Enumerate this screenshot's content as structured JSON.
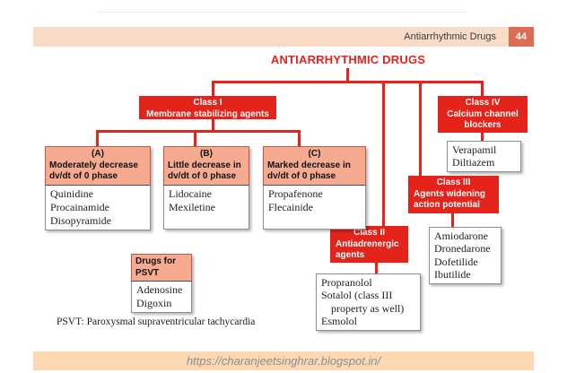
{
  "header": {
    "title": "Antiarrhythmic Drugs",
    "page_number": "44"
  },
  "title": "ANTIARRHYTHMIC DRUGS",
  "classes": {
    "class1": {
      "name": "Class I",
      "desc": "Membrane stabilizing agents"
    },
    "class2": {
      "name": "Class II",
      "desc_line1": "Antiadrenergic",
      "desc_line2": "agents",
      "drugs": [
        "Propranolol",
        "Sotalol (class III",
        "property as well)",
        "Esmolol"
      ]
    },
    "class3": {
      "name": "Class III",
      "desc_line1": "Agents widening",
      "desc_line2": "action potential",
      "drugs": [
        "Amiodarone",
        "Dronedarone",
        "Dofetilide",
        "Ibutilide"
      ]
    },
    "class4": {
      "name": "Class IV",
      "desc_line1": "Calcium channel",
      "desc_line2": "blockers",
      "drugs": [
        "Verapamil",
        "Diltiazem"
      ]
    }
  },
  "subclasses": {
    "a": {
      "label": "(A)",
      "desc_line1": "Moderately decrease",
      "desc_line2": "dv/dt of 0 phase",
      "drugs": [
        "Quinidine",
        "Procainamide",
        "Disopyramide"
      ]
    },
    "b": {
      "label": "(B)",
      "desc_line1": "Little decrease in",
      "desc_line2": "dv/dt of 0 phase",
      "drugs": [
        "Lidocaine",
        "Mexiletine"
      ]
    },
    "c": {
      "label": "(C)",
      "desc_line1": "Marked decrease in",
      "desc_line2": "dv/dt of 0 phase",
      "drugs": [
        "Propafenone",
        "Flecainide"
      ]
    }
  },
  "psvt": {
    "title_line1": "Drugs for",
    "title_line2": "PSVT",
    "drugs": [
      "Adenosine",
      "Digoxin"
    ]
  },
  "footnote": "PSVT: Paroxysmal supraventricular tachycardia",
  "footer": {
    "url": "https://charanjeetsinghrar.blogspot.in/"
  },
  "colors": {
    "red": "#e4231b",
    "salmon_header": "#f6aa90",
    "salmon_border": "#c25a41",
    "top_bar": "#f8dcc8",
    "bottom_bar": "#fbd8b2",
    "badge": "#de6b53"
  }
}
